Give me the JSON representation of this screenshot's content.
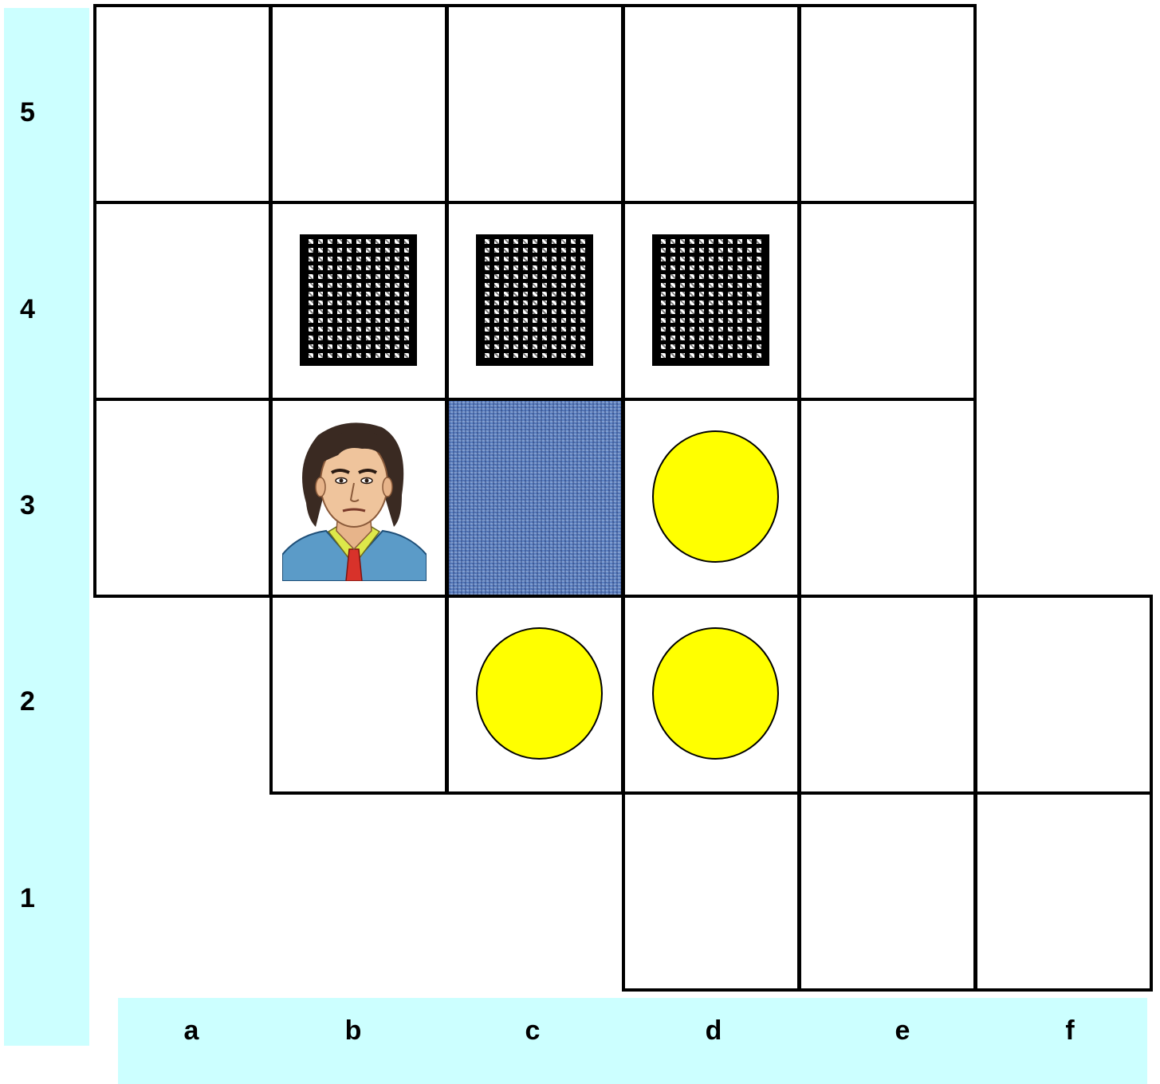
{
  "board": {
    "row_labels": [
      "5",
      "4",
      "3",
      "2",
      "1"
    ],
    "col_labels": [
      "a",
      "b",
      "c",
      "d",
      "e",
      "f"
    ],
    "cells": {
      "a5": "empty",
      "b5": "empty",
      "c5": "empty",
      "d5": "empty",
      "e5": "empty",
      "a4": "empty",
      "b4": "crate",
      "c4": "crate",
      "d4": "crate",
      "e4": "empty",
      "a3": "empty",
      "b3": "player",
      "c3": "water",
      "d3": "coin",
      "e3": "empty",
      "b2": "empty",
      "c2": "coin",
      "d2": "coin",
      "e2": "empty",
      "f2": "empty",
      "d1": "empty",
      "e1": "empty",
      "f1": "empty"
    }
  },
  "colors": {
    "label_bars": "#ccffff",
    "coin": "#ffff00",
    "water": "#5a7fc0",
    "grid_lines": "#000000"
  },
  "icons": {
    "crate": "checkered-crate-icon",
    "coin": "yellow-coin-icon",
    "water": "blue-water-tile",
    "player": "man-portrait-icon"
  }
}
